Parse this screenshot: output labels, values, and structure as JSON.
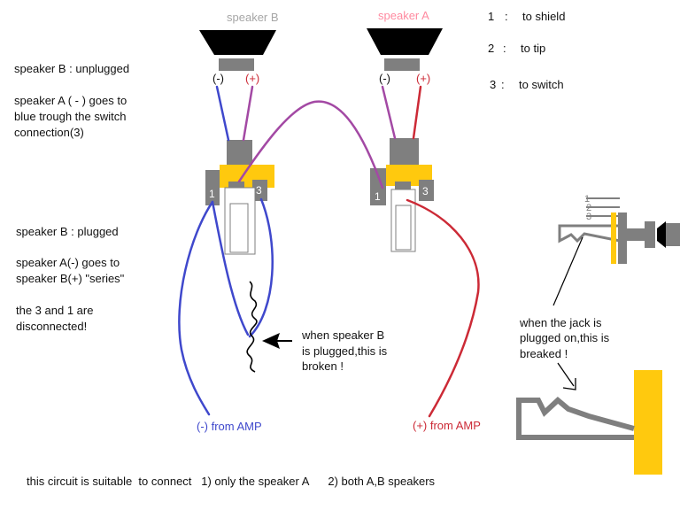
{
  "colors": {
    "blue": "#3f48cc",
    "purple": "#a349a4",
    "red": "#cc2a36",
    "grey": "#7f7f7f",
    "yellow": "#ffc90e",
    "label_grey": "#a6a6a6",
    "label_pink": "#ff8aa0"
  },
  "speakers": {
    "b": {
      "name": "speaker B",
      "neg": "(-)",
      "pos": "(+)"
    },
    "a": {
      "name": "speaker A",
      "neg": "(-)",
      "pos": "(+)"
    }
  },
  "legend": [
    {
      "num": "1",
      "sep": ":",
      "text": "to shield"
    },
    {
      "num": "2",
      "sep": ":",
      "text": "to tip"
    },
    {
      "num": "3",
      "sep": ":",
      "text": "to switch"
    }
  ],
  "pins": [
    "1",
    "2",
    "3"
  ],
  "notes": {
    "unplugged": {
      "title": "speaker B : unplugged",
      "lines": [
        "speaker A ( - ) goes to",
        "blue trough the switch",
        "connection(3)"
      ]
    },
    "plugged": {
      "title": "speaker B : plugged",
      "lines": [
        "speaker A(-) goes to",
        "speaker B(+) \"series\""
      ],
      "footer": [
        "the 3 and 1 are",
        "disconnected!"
      ]
    },
    "broken": [
      "when speaker B",
      "is plugged,this is",
      "broken !"
    ],
    "jack": [
      "when the jack is",
      "plugged on,this is",
      "breaked !"
    ]
  },
  "from_amp": {
    "neg": "(-) from AMP",
    "pos": "(+) from AMP"
  },
  "footer": "this circuit is suitable  to connect   1) only the speaker A      2) both A,B speakers"
}
